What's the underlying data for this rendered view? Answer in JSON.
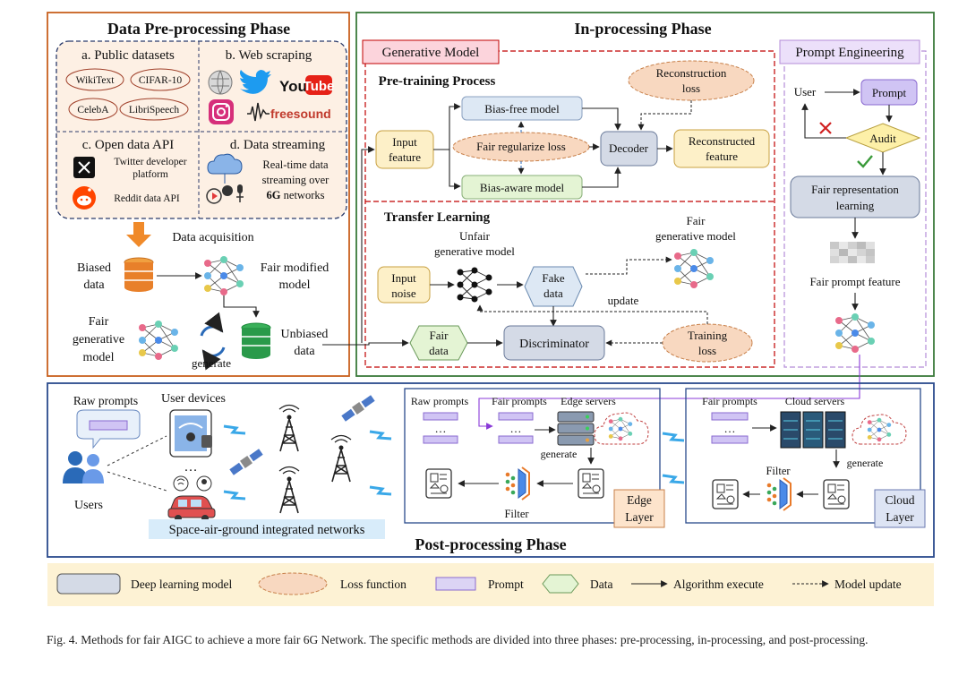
{
  "pre": {
    "title": "Data Pre-processing Phase",
    "public": {
      "title": "a. Public datasets",
      "items": [
        "WikiText",
        "CIFAR-10",
        "CelebA",
        "LibriSpeech"
      ]
    },
    "web": {
      "title": "b. Web scraping",
      "youtube_you": "You",
      "youtube_tube": "Tube",
      "freesound": "freesound"
    },
    "api": {
      "title": "c. Open data API",
      "twitter": [
        "Twitter developer",
        "platform"
      ],
      "reddit": "Reddit data API"
    },
    "stream": {
      "title": "d. Data streaming",
      "text": [
        "Real-time data",
        "streaming over"
      ],
      "text_bold": "6G",
      "text_end": " networks"
    },
    "acquisition": "Data acquisition",
    "biased": [
      "Biased",
      "data"
    ],
    "fair_modified": [
      "Fair modified",
      "model"
    ],
    "fair_gen": [
      "Fair",
      "generative",
      "model"
    ],
    "generate": "generate",
    "unbiased": [
      "Unbiased",
      "data"
    ]
  },
  "inproc": {
    "title": "In-processing Phase",
    "gen_model": "Generative Model",
    "pretraining": "Pre-training Process",
    "input_feature": [
      "Input",
      "feature"
    ],
    "bias_free": "Bias-free model",
    "fair_reg": "Fair regularize loss",
    "bias_aware": "Bias-aware model",
    "decoder": "Decoder",
    "recon_loss": [
      "Reconstruction",
      "loss"
    ],
    "recon_feature": [
      "Reconstructed",
      "feature"
    ],
    "transfer": "Transfer Learning",
    "unfair_gen": [
      "Unfair",
      "generative model"
    ],
    "fair_gen2": [
      "Fair",
      "generative model"
    ],
    "input_noise": [
      "Input",
      "noise"
    ],
    "fake_data": [
      "Fake",
      "data"
    ],
    "update": "update",
    "fair_data": [
      "Fair",
      "data"
    ],
    "discriminator": "Discriminator",
    "training_loss": [
      "Training",
      "loss"
    ],
    "prompt_eng": "Prompt Engineering",
    "user": "User",
    "prompt": "Prompt",
    "audit": "Audit",
    "fair_rep": [
      "Fair representation",
      "learning"
    ],
    "fair_prompt_feature": "Fair prompt feature"
  },
  "post": {
    "title": "Post-processing Phase",
    "raw_prompts": "Raw prompts",
    "user_devices": "User devices",
    "users": "Users",
    "sagin": "Space-air-ground integrated networks",
    "edge": {
      "raw": "Raw prompts",
      "fair": "Fair prompts",
      "servers": "Edge servers",
      "generate": "generate",
      "filter": "Filter",
      "layer": [
        "Edge",
        "Layer"
      ]
    },
    "cloud": {
      "fair": "Fair prompts",
      "servers": "Cloud servers",
      "generate": "generate",
      "filter": "Filter",
      "layer": [
        "Cloud",
        "Layer"
      ]
    }
  },
  "legend": {
    "deep": "Deep learning model",
    "loss": "Loss function",
    "prompt": "Prompt",
    "data": "Data",
    "algo": "Algorithm execute",
    "update": "Model update"
  },
  "caption": "Fig. 4.  Methods for fair AIGC to achieve a more fair 6G Network. The specific methods are divided into three phases: pre-processing, in-processing, and post-processing.",
  "colors": {
    "pre_border": "#c8601e",
    "in_border": "#3a7a3a",
    "post_border": "#2a4a8c",
    "gen_model_dash": "#c00000",
    "prompt_eng_dash": "#b48cd8",
    "model_fill": "#d4dae6",
    "loss_fill": "#f8d8c0",
    "feature_fill": "#fdf0c8",
    "prompt_fill": "#dcd4f4",
    "data_fill": "#e4f4d4",
    "legend_bg": "#fdf2d4"
  },
  "icons": [
    "wikipedia-icon",
    "twitter-icon",
    "youtube-icon",
    "instagram-icon",
    "freesound-icon",
    "x-icon",
    "reddit-icon",
    "cloud-stream-icon",
    "database-icon",
    "neural-net-icon",
    "cycle-arrows-icon",
    "satellite-icon",
    "tower-icon",
    "server-icon",
    "phone-icon",
    "car-icon",
    "users-icon",
    "filter-icon",
    "content-card-icon",
    "check-icon",
    "cross-icon",
    "lightning-icon"
  ]
}
